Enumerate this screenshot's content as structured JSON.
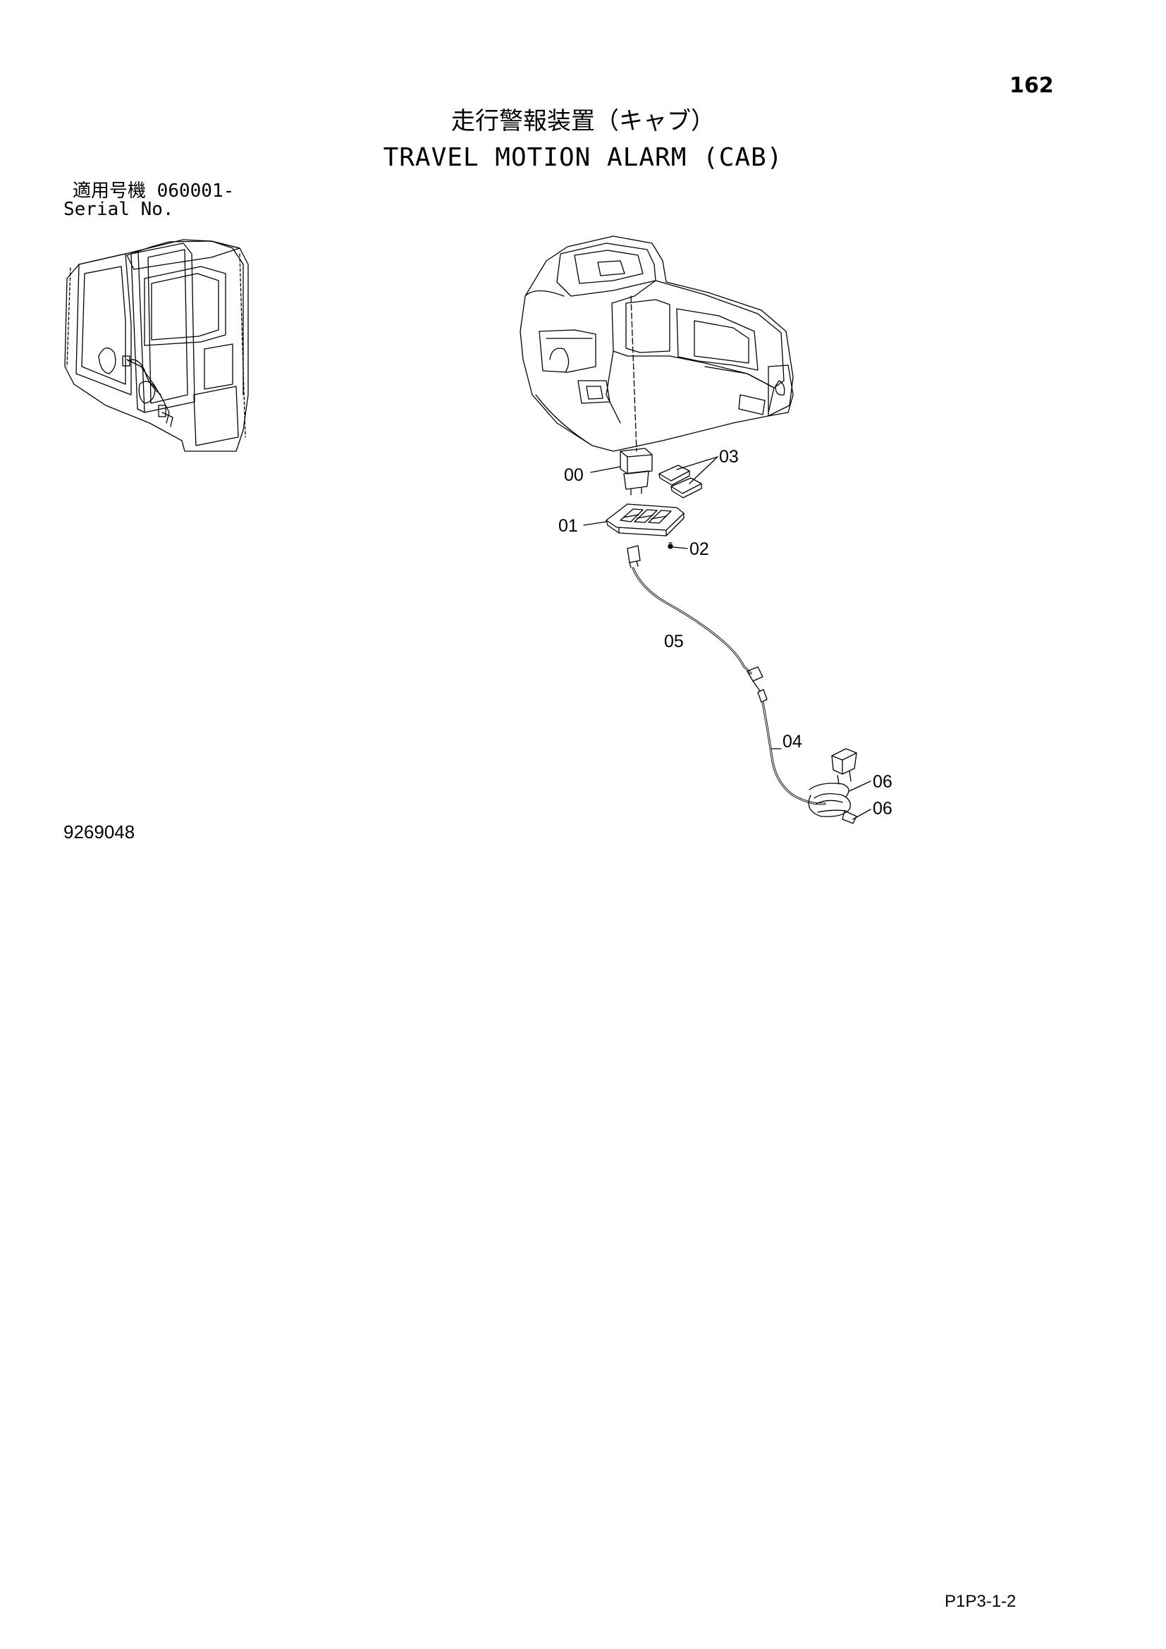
{
  "header": {
    "page_number": "162",
    "title_jp": "走行警報装置（キャブ）",
    "title_en": "TRAVEL MOTION ALARM (CAB)"
  },
  "serial": {
    "label_jp": "適用号機",
    "range": "060001-",
    "label_en": "Serial No."
  },
  "drawing_number": "9269048",
  "footer_code": "P1P3-1-2",
  "callouts": [
    "00",
    "01",
    "02",
    "03",
    "04",
    "05",
    "06",
    "06"
  ]
}
